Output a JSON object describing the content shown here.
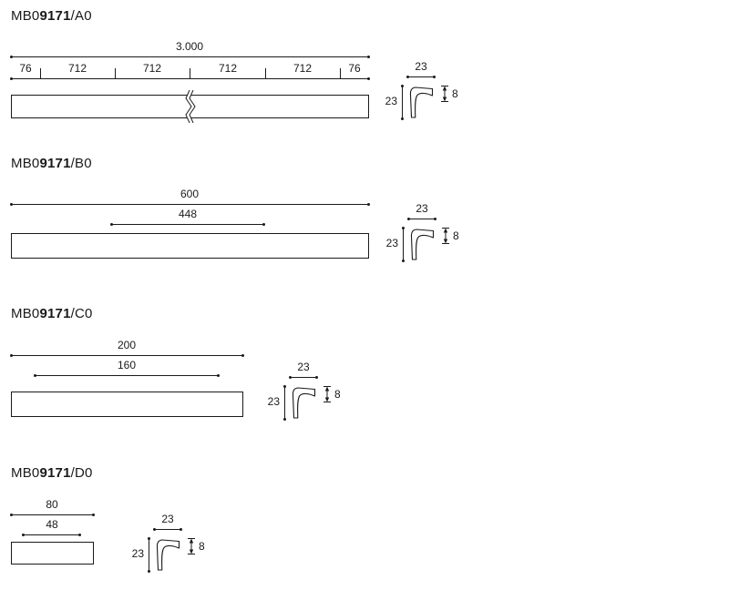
{
  "drawing": {
    "line_color": "#1a1a1a",
    "background": "#ffffff"
  },
  "sections": [
    {
      "code_prefix": "MB0",
      "code_bold": "9171",
      "code_suffix": "/A0",
      "overall_length": "3.000",
      "segments": [
        "76",
        "712",
        "712",
        "712",
        "712",
        "76"
      ],
      "profile": {
        "width": "23",
        "height": "23",
        "lip": "8"
      }
    },
    {
      "code_prefix": "MB0",
      "code_bold": "9171",
      "code_suffix": "/B0",
      "overall_length": "600",
      "hole_spacing": "448",
      "profile": {
        "width": "23",
        "height": "23",
        "lip": "8"
      }
    },
    {
      "code_prefix": "MB0",
      "code_bold": "9171",
      "code_suffix": "/C0",
      "overall_length": "200",
      "hole_spacing": "160",
      "profile": {
        "width": "23",
        "height": "23",
        "lip": "8"
      }
    },
    {
      "code_prefix": "MB0",
      "code_bold": "9171",
      "code_suffix": "/D0",
      "overall_length": "80",
      "hole_spacing": "48",
      "profile": {
        "width": "23",
        "height": "23",
        "lip": "8"
      }
    }
  ]
}
